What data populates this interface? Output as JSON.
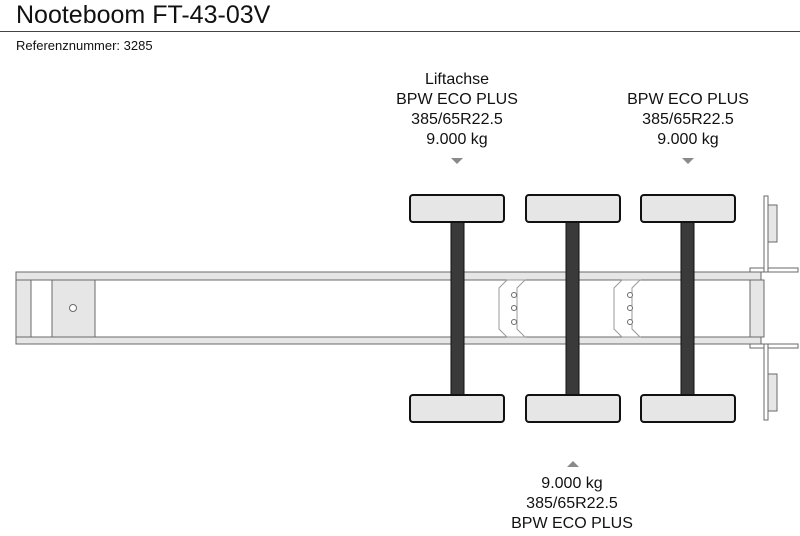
{
  "header": {
    "title": "Nooteboom FT-43-03V",
    "reference_label": "Referenznummer:",
    "reference_value": "3285"
  },
  "axles": [
    {
      "position": "top",
      "lift_label": "Liftachse",
      "brand": "BPW ECO PLUS",
      "tire": "385/65R22.5",
      "load": "9.000 kg"
    },
    {
      "position": "bottom",
      "lift_label": "",
      "brand": "BPW ECO PLUS",
      "tire": "385/65R22.5",
      "load": "9.000 kg"
    },
    {
      "position": "top",
      "lift_label": "",
      "brand": "BPW ECO PLUS",
      "tire": "385/65R22.5",
      "load": "9.000 kg"
    }
  ],
  "colors": {
    "frame_fill": "#e6e6e6",
    "frame_stroke": "#6a6a6a",
    "wheel_fill": "#e6e6e6",
    "wheel_stroke": "#111111",
    "axle_beam": "#3a3a3a",
    "marker": "#8a8a8a"
  }
}
